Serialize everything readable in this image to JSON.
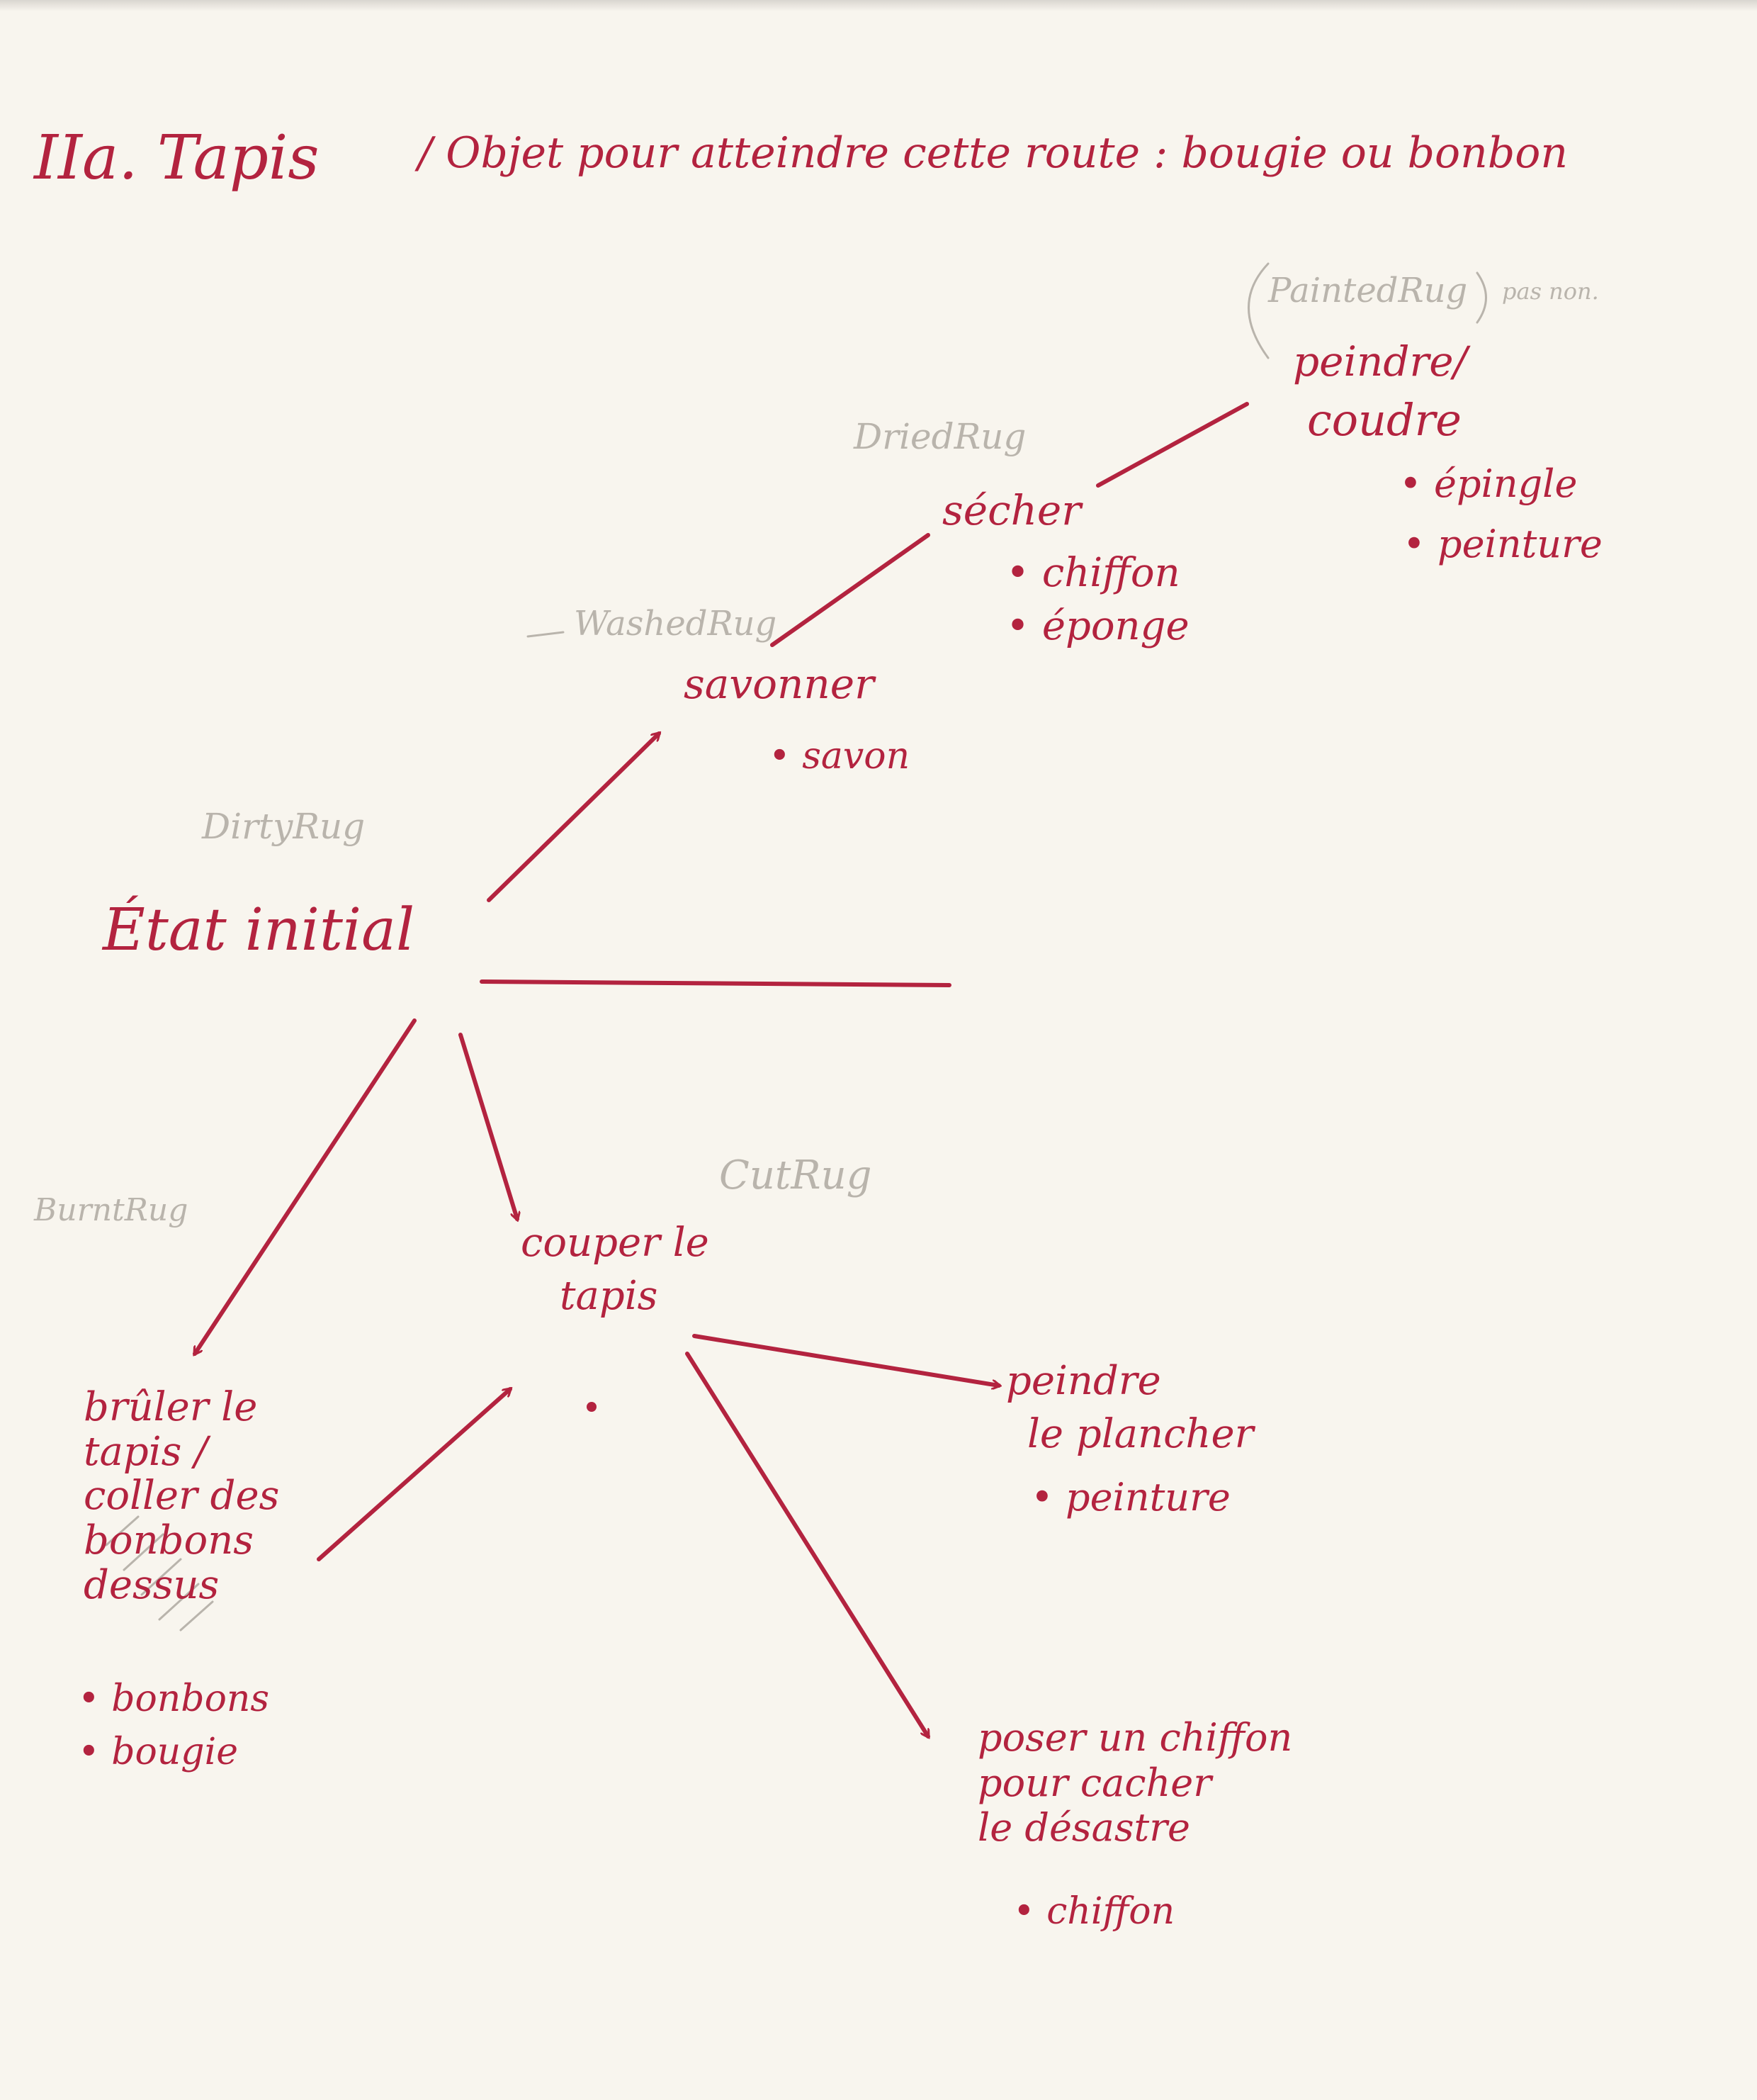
{
  "header": {
    "title_part1": "IIa. Tapis",
    "title_part2": "/ Objet pour atteindre cette route : bougie ou bonbon"
  },
  "nodes": {
    "initial": {
      "label": "État initial",
      "state": "DirtyRug"
    },
    "savonner": {
      "label": "savonner",
      "state": "WashedRug",
      "items": [
        "savon"
      ]
    },
    "secher": {
      "label": "sécher",
      "state": "DriedRug",
      "items": [
        "chiffon",
        "éponge"
      ]
    },
    "peindre_coudre": {
      "label_line1": "peindre/",
      "label_line2": "coudre",
      "state": "PaintedRug",
      "state_note": "pas non.",
      "items": [
        "épingle",
        "peinture"
      ]
    },
    "couper": {
      "label_line1": "couper le",
      "label_line2": "tapis",
      "state": "CutRug"
    },
    "bruler": {
      "label_lines": [
        "brûler le",
        "tapis /",
        "coller des",
        "bonbons",
        "dessus"
      ],
      "state": "BurntRug",
      "items": [
        "bonbons",
        "bougie"
      ]
    },
    "peindre_plancher": {
      "label_line1": "peindre",
      "label_line2": "le plancher",
      "items": [
        "peinture"
      ]
    },
    "poser_chiffon": {
      "label_lines": [
        "poser un chiffon",
        "pour cacher",
        "le désastre"
      ],
      "items": [
        "chiffon"
      ]
    }
  },
  "colors": {
    "ink": "#b3233f",
    "pencil": "#b9b4ac",
    "paper": "#f8f5ee"
  }
}
